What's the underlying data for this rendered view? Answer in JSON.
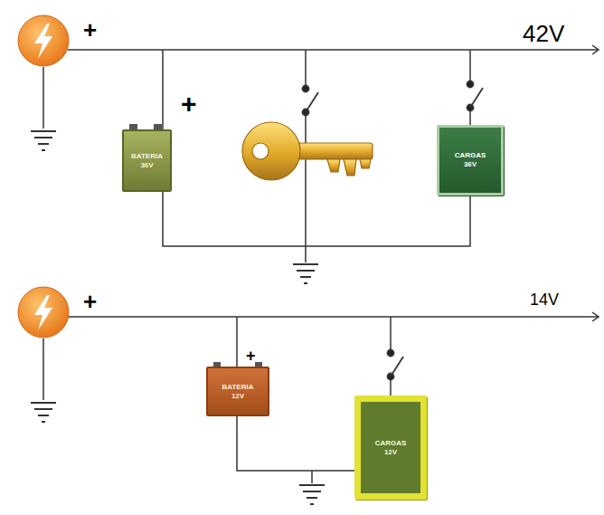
{
  "diagram": {
    "nodes": [
      {
        "text": [
          "BATERIA",
          "36V"
        ]
      },
      {
        "text": [
          "CARGAS",
          "36V"
        ]
      },
      {
        "text": [
          "BATERIA",
          "12V"
        ]
      },
      {
        "text": [
          "CARGAS",
          "12V"
        ]
      }
    ],
    "edges": [
      {
        "from": 0,
        "to": 1,
        "arrow": "none"
      },
      {
        "from": 2,
        "to": 3,
        "arrow": "none"
      }
    ],
    "labels": [
      "+",
      "42V",
      "+",
      "+",
      "14V",
      "+"
    ]
  }
}
